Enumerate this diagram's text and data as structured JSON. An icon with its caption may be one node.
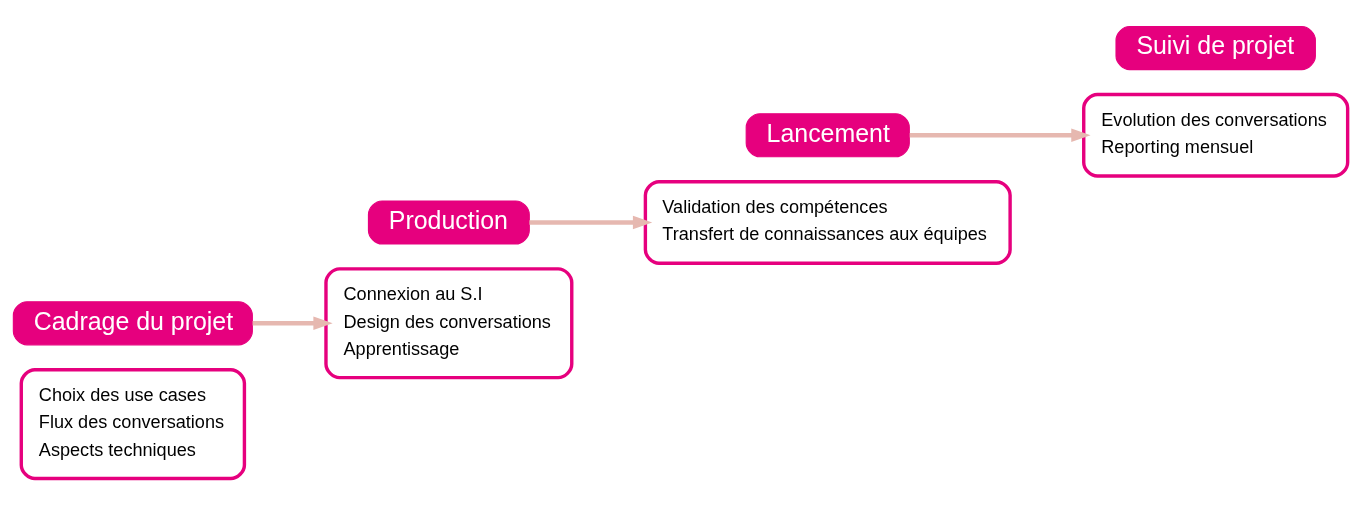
{
  "diagram": {
    "nodes": [
      {
        "text": [
          "Choix des use cases",
          "Flux des conversations",
          "Aspects techniques"
        ]
      },
      {
        "text": [
          "Cadrage du projet"
        ]
      },
      {
        "text": [
          "Production"
        ]
      },
      {
        "text": [
          "Connexion au S.I",
          "Design des conversations",
          "Apprentissage"
        ]
      },
      {
        "text": [
          "Validation des compétences",
          "Transfert de connaissances aux équipes"
        ]
      },
      {
        "text": [
          "Lancement"
        ]
      },
      {
        "text": [
          "Suivi de projet"
        ]
      },
      {
        "text": [
          "Evolution des conversations",
          "Reporting mensuel"
        ]
      }
    ],
    "edges": [
      {
        "from": 1,
        "to": 3,
        "arrow": "to"
      },
      {
        "from": 2,
        "to": 4,
        "arrow": "to"
      },
      {
        "from": 5,
        "to": 7,
        "arrow": "to"
      }
    ]
  }
}
